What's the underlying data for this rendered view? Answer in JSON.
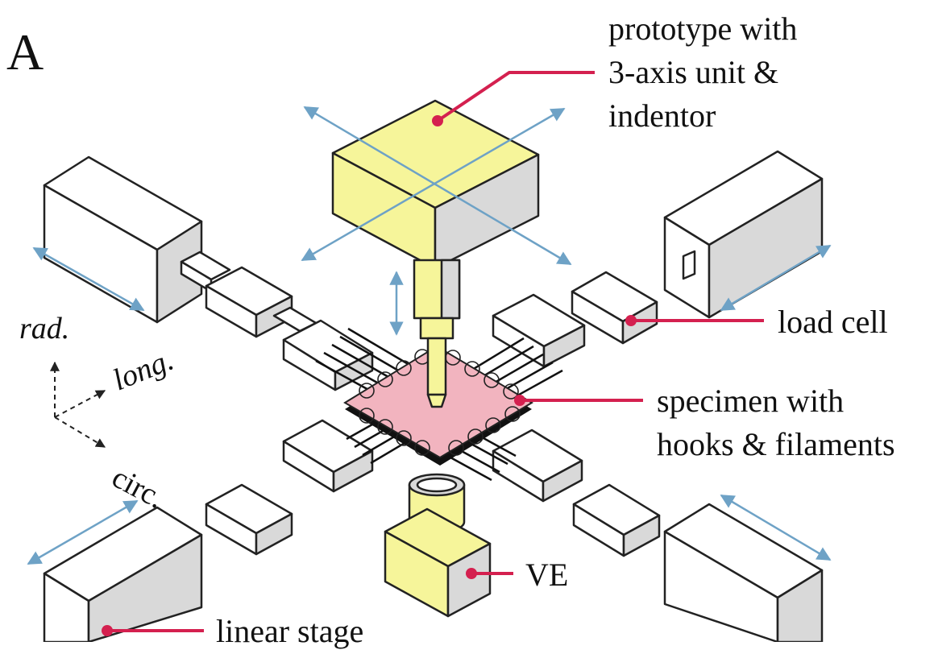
{
  "panel_label": "A",
  "labels": {
    "prototype": [
      "prototype with",
      "3-axis unit &",
      "indentor"
    ],
    "load_cell": "load cell",
    "specimen": [
      "specimen with",
      "hooks & filaments"
    ],
    "ve": "VE",
    "linear_stage": "linear stage"
  },
  "axes": {
    "rad": "rad.",
    "long": "long.",
    "circ": "circ."
  },
  "colors": {
    "yellow_fill": "#f6f59a",
    "white_fill": "#ffffff",
    "gray_fill": "#d9d9d9",
    "outline": "#222222",
    "callout": "#d4204f",
    "arrow": "#6ea2c6",
    "specimen_fill": "#f2b4bf"
  }
}
